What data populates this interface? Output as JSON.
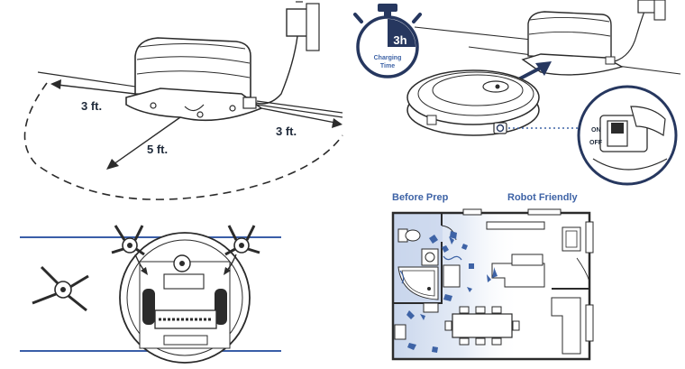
{
  "panel_distance": {
    "left_distance": "3 ft.",
    "right_distance": "3 ft.",
    "front_distance": "5 ft."
  },
  "panel_charging": {
    "timer_value": "3h",
    "timer_caption_line1": "Charging",
    "timer_caption_line2": "Time",
    "switch_on_label": "ON",
    "switch_off_label": "OFF"
  },
  "panel_floorplan": {
    "before_label": "Before Prep",
    "after_label": "Robot Friendly"
  },
  "colors": {
    "line": "#2b2b2b",
    "accent_blue": "#3e63a6",
    "navy": "#26375f",
    "shade_blue": "#c9d6ec",
    "floor_line": "#3a5ea8"
  }
}
